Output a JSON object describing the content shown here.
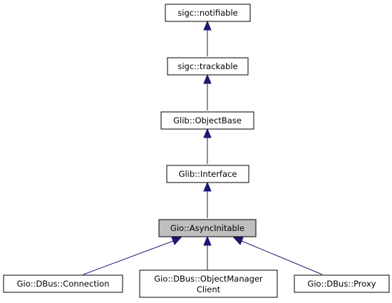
{
  "diagram": {
    "nodes": {
      "notifiable": {
        "lines": [
          "sigc::notifiable"
        ]
      },
      "trackable": {
        "lines": [
          "sigc::trackable"
        ]
      },
      "objectbase": {
        "lines": [
          "Glib::ObjectBase"
        ]
      },
      "interface": {
        "lines": [
          "Glib::Interface"
        ]
      },
      "asyncinitable": {
        "lines": [
          "Gio::AsyncInitable"
        ],
        "highlighted": true
      },
      "connection": {
        "lines": [
          "Gio::DBus::Connection"
        ]
      },
      "objectmanagerclient": {
        "lines": [
          "Gio::DBus::ObjectManager",
          "Client"
        ]
      },
      "proxy": {
        "lines": [
          "Gio::DBus::Proxy"
        ]
      }
    },
    "edges": [
      {
        "from": "trackable",
        "to": "notifiable",
        "relation": "inherits"
      },
      {
        "from": "objectbase",
        "to": "trackable",
        "relation": "inherits"
      },
      {
        "from": "interface",
        "to": "objectbase",
        "relation": "inherits"
      },
      {
        "from": "asyncinitable",
        "to": "interface",
        "relation": "inherits"
      },
      {
        "from": "connection",
        "to": "asyncinitable",
        "relation": "inherits"
      },
      {
        "from": "objectmanagerclient",
        "to": "asyncinitable",
        "relation": "inherits"
      },
      {
        "from": "proxy",
        "to": "asyncinitable",
        "relation": "inherits"
      }
    ],
    "colors": {
      "edge": "#191970",
      "node_fill": "#ffffff",
      "highlight_fill": "#bfbfbf",
      "border": "#000000"
    }
  }
}
